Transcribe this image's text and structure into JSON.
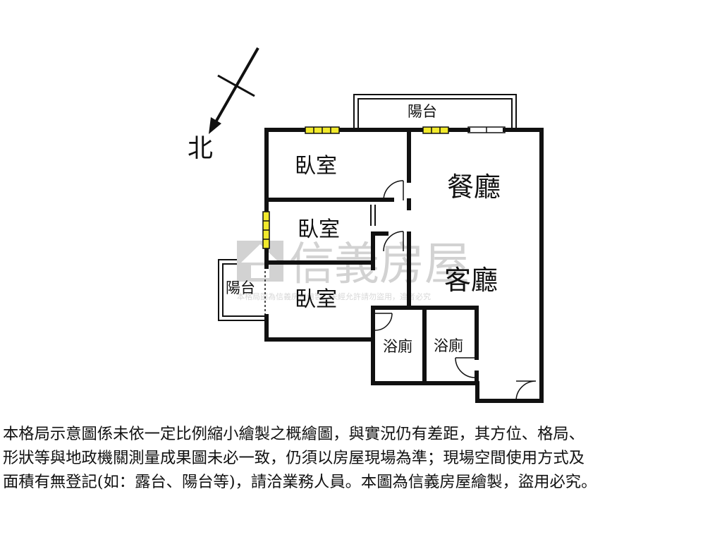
{
  "compass": {
    "label": "北"
  },
  "rooms": {
    "balcony_top": "陽台",
    "balcony_left": "陽台",
    "bedroom_1": "臥室",
    "bedroom_2": "臥室",
    "bedroom_3": "臥室",
    "dining": "餐廳",
    "living": "客廳",
    "bath_1": "浴廁",
    "bath_2": "浴廁"
  },
  "watermark": {
    "brand": "信義房屋",
    "notice": "本格局圖為信義房屋繪製，未經允許請勿盜用，違者必究"
  },
  "disclaimer": {
    "lines": [
      "本格局示意圖係未依一定比例縮小繪製之概繪圖，與實況仍有差距，其方位、格局、",
      "形狀等與地政機關測量成果圖未必一致，仍須以房屋現場為準；現場空間使用方式及",
      "面積有無登記(如：露台、陽台等)，請洽業務人員。本圖為信義房屋繪製，盜用必究。"
    ]
  },
  "colors": {
    "wall": "#111111",
    "window": "#f2ea2c",
    "watermark": "#d2d2d2"
  }
}
